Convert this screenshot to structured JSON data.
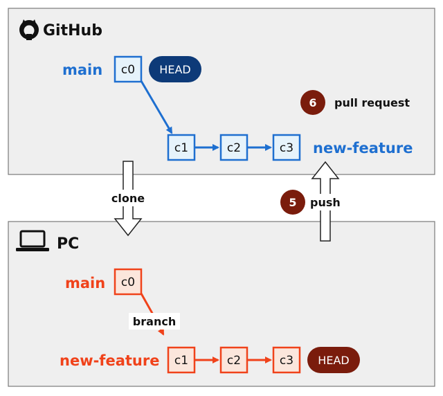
{
  "github": {
    "title": "GitHub",
    "main_label": "main",
    "feature_label": "new-feature",
    "head": "HEAD",
    "commits": [
      "c0",
      "c1",
      "c2",
      "c3"
    ],
    "pull_request": {
      "number": "6",
      "label": "pull request"
    }
  },
  "pc": {
    "title": "PC",
    "main_label": "main",
    "feature_label": "new-feature",
    "head": "HEAD",
    "commits": [
      "c0",
      "c1",
      "c2",
      "c3"
    ],
    "branch_label": "branch"
  },
  "clone_label": "clone",
  "push": {
    "number": "5",
    "label": "push"
  },
  "colors": {
    "blue": "#1e6fd0",
    "blue_fill": "#e6f3fb",
    "navy": "#0d3a78",
    "red": "#f0421a",
    "red_fill": "#fbe6dc",
    "maroon": "#7a1c0c"
  }
}
